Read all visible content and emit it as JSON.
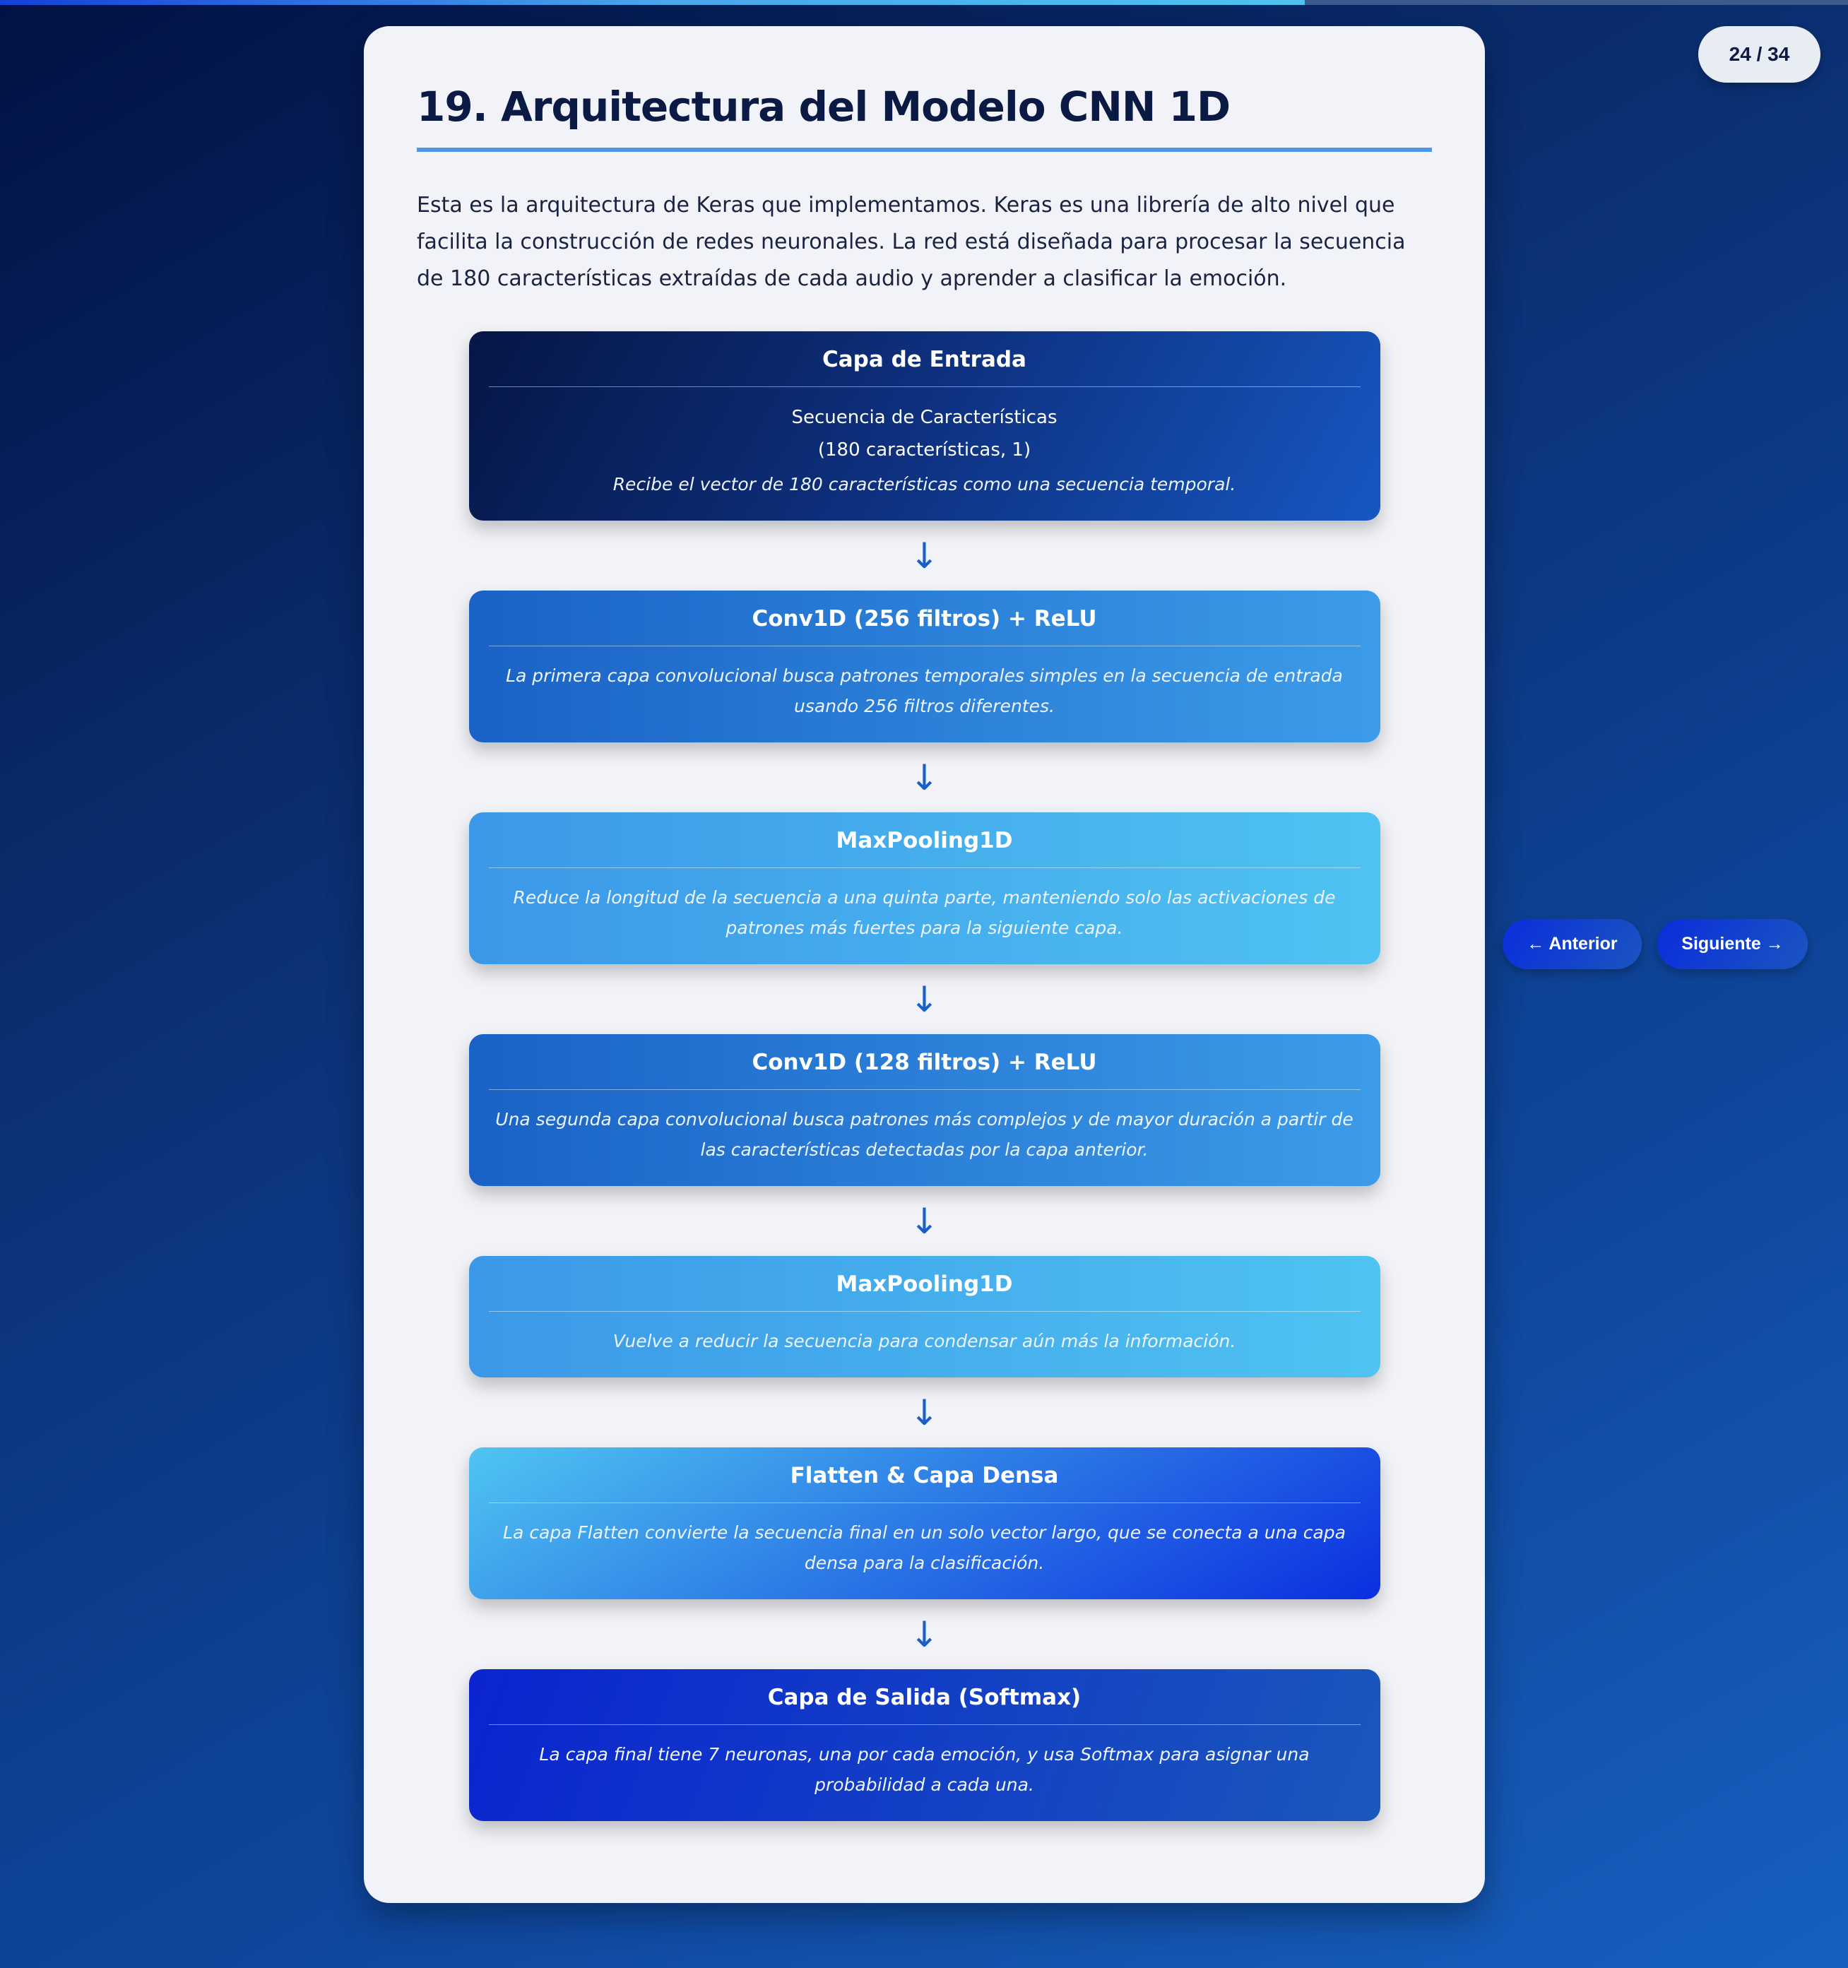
{
  "progress": {
    "current": 24,
    "total": 34,
    "fraction": 0.706
  },
  "counter": "24 / 34",
  "title": "19. Arquitectura del Modelo CNN 1D",
  "intro": "Esta es la arquitectura de Keras que implementamos. Keras es una librería de alto nivel que facilita la construcción de redes neuronales. La red está diseñada para procesar la secuencia de 180 características extraídas de cada audio y aprender a clasificar la emoción.",
  "arrow": "↓",
  "layers": [
    {
      "title": "Capa de Entrada",
      "sub1": "Secuencia de Características",
      "sub2": "(180 características, 1)",
      "desc": "Recibe el vector de 180 características como una secuencia temporal."
    },
    {
      "title": "Conv1D (256 filtros) + ReLU",
      "desc": "La primera capa convolucional busca patrones temporales simples en la secuencia de entrada usando 256 filtros diferentes."
    },
    {
      "title": "MaxPooling1D",
      "desc": "Reduce la longitud de la secuencia a una quinta parte, manteniendo solo las activaciones de patrones más fuertes para la siguiente capa."
    },
    {
      "title": "Conv1D (128 filtros) + ReLU",
      "desc": "Una segunda capa convolucional busca patrones más complejos y de mayor duración a partir de las características detectadas por la capa anterior."
    },
    {
      "title": "MaxPooling1D",
      "desc": "Vuelve a reducir la secuencia para condensar aún más la información."
    },
    {
      "title": "Flatten & Capa Densa",
      "desc": "La capa Flatten convierte la secuencia final en un solo vector largo, que se conecta a una capa densa para la clasificación."
    },
    {
      "title": "Capa de Salida (Softmax)",
      "desc": "La capa final tiene 7 neuronas, una por cada emoción, y usa Softmax para asignar una probabilidad a cada una."
    }
  ],
  "nav": {
    "prev": "← Anterior",
    "next": "Siguiente →"
  }
}
